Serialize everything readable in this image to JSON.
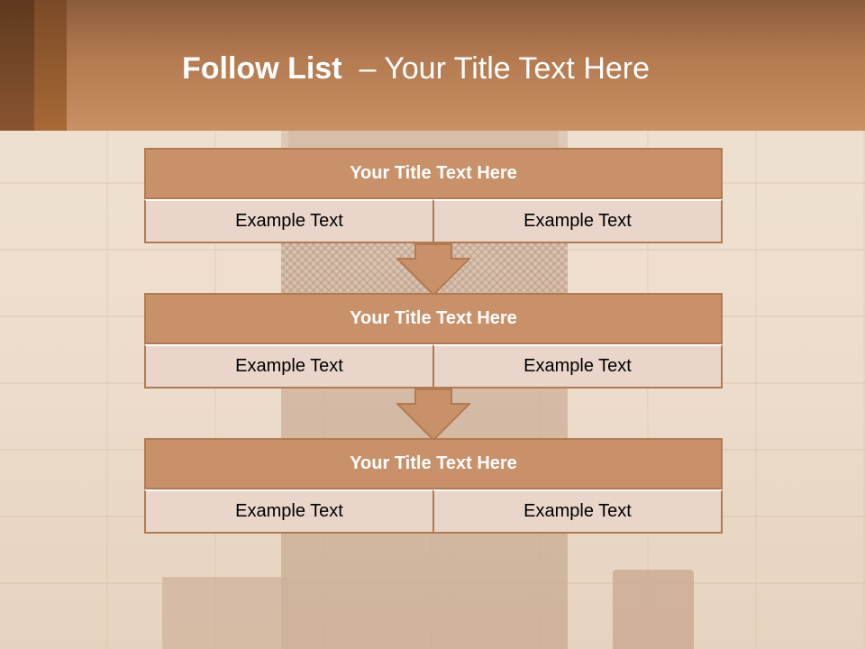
{
  "header": {
    "title_bold": "Follow List",
    "title_rest": "– Your Title Text Here"
  },
  "colors": {
    "header_brown": "#b47a50",
    "box_title_fill": "#c8916a",
    "box_cell_fill": "#e9d5c9",
    "box_border": "#b27a50"
  },
  "steps": [
    {
      "title": "Your Title Text Here",
      "left": "Example Text",
      "right": "Example Text"
    },
    {
      "title": "Your Title Text Here",
      "left": "Example Text",
      "right": "Example Text"
    },
    {
      "title": "Your Title Text Here",
      "left": "Example Text",
      "right": "Example Text"
    }
  ],
  "icons": [
    "down-arrow-icon",
    "down-arrow-icon"
  ]
}
